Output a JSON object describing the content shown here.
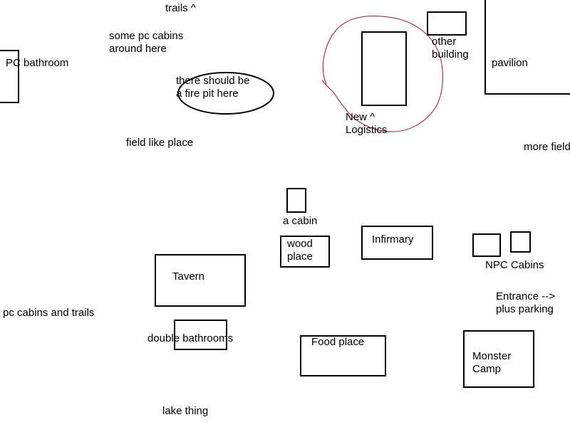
{
  "labels": {
    "trails": "trails ^",
    "some_pc_cabins": [
      "some pc cabins",
      "around here"
    ],
    "pc_bathroom": "PC bathroom",
    "fire_pit": [
      "there should be",
      "a fire pit here"
    ],
    "field_like_place": "field like place",
    "new_logistics": [
      "New ^",
      "Logistics"
    ],
    "other_building": [
      "other",
      "building"
    ],
    "pavilion": "pavilion",
    "more_field": "more field",
    "a_cabin": "a cabin",
    "wood_place": [
      "wood",
      "place"
    ],
    "infirmary": "Infirmary",
    "npc_cabins": "NPC Cabins",
    "tavern": "Tavern",
    "entrance": [
      "Entrance -->",
      "plus parking"
    ],
    "pc_cabins_trails": "pc cabins and trails",
    "double_bathrooms": "double bathrooms",
    "food_place": "Food place",
    "monster_camp": [
      "Monster",
      "Camp"
    ],
    "lake_thing": "lake thing"
  },
  "colors": {
    "ink": "#000000",
    "highlight_circle": "#8b1a2b",
    "background": "#ffffff"
  }
}
